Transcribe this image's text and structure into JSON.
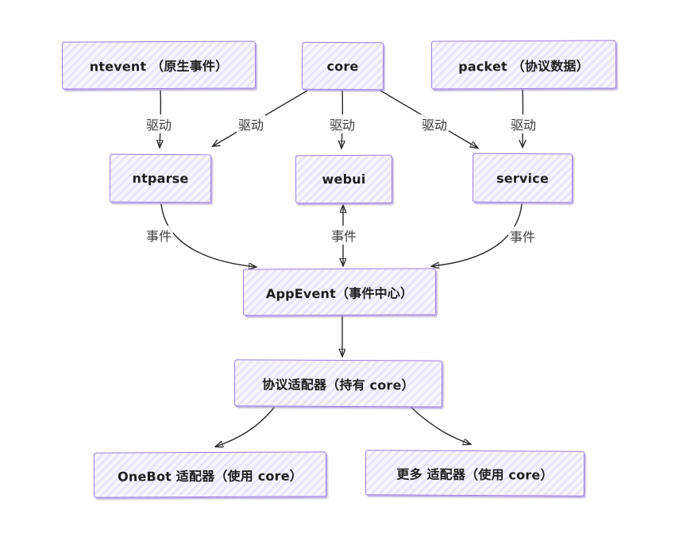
{
  "diagram": {
    "title": "architecture-flow-diagram",
    "colors": {
      "box_border": "#9b7be0",
      "box_fill_light": "#f7f5fe",
      "box_fill_stripe": "#e7e3fa",
      "arrow": "#2a2a2a",
      "edge_label_text": "#3d3d3d",
      "node_text": "#1e1e1e",
      "background": "#ffffff"
    },
    "nodes": {
      "ntevent": {
        "label": "ntevent （原生事件）"
      },
      "core": {
        "label": "core"
      },
      "packet": {
        "label": "packet （协议数据）"
      },
      "ntparse": {
        "label": "ntparse"
      },
      "webui": {
        "label": "webui"
      },
      "service": {
        "label": "service"
      },
      "appevent": {
        "label": "AppEvent（事件中心）"
      },
      "adapter": {
        "label": "协议适配器（持有 core）"
      },
      "onebot": {
        "label": "OneBot 适配器（使用 core）"
      },
      "more": {
        "label": "更多 适配器（使用 core）"
      }
    },
    "edge_labels": [
      {
        "id": "drive-ntevent-ntparse",
        "text": "驱动"
      },
      {
        "id": "drive-core-ntparse",
        "text": "驱动"
      },
      {
        "id": "drive-core-webui",
        "text": "驱动"
      },
      {
        "id": "drive-core-service",
        "text": "驱动"
      },
      {
        "id": "drive-packet-service",
        "text": "驱动"
      },
      {
        "id": "event-ntparse-appevent",
        "text": "事件"
      },
      {
        "id": "event-webui-appevent",
        "text": "事件"
      },
      {
        "id": "event-service-appevent",
        "text": "事件"
      }
    ]
  }
}
